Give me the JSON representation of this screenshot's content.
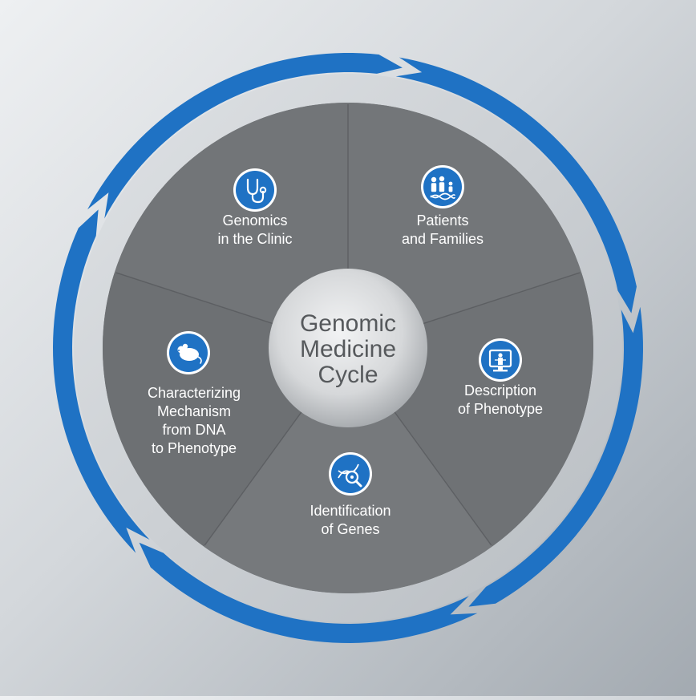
{
  "diagram": {
    "center": {
      "lines": [
        "Genomic",
        "Medicine",
        "Cycle"
      ]
    },
    "segments": [
      {
        "id": "clinic",
        "icon": "stethoscope-icon",
        "lines": [
          "Genomics",
          "in the Clinic"
        ]
      },
      {
        "id": "patients",
        "icon": "family-dna-icon",
        "lines": [
          "Patients",
          "and Families"
        ]
      },
      {
        "id": "phenotype",
        "icon": "xray-monitor-icon",
        "lines": [
          "Description",
          "of Phenotype"
        ]
      },
      {
        "id": "genes",
        "icon": "dna-magnifier-icon",
        "lines": [
          "Identification",
          "of Genes"
        ]
      },
      {
        "id": "mechanism",
        "icon": "mouse-icon",
        "lines": [
          "Characterizing",
          "Mechanism",
          "from DNA",
          "to Phenotype"
        ]
      }
    ],
    "colors": {
      "arrow": "#1f72c4",
      "segment": "#707375",
      "ring": "#c9cdd2",
      "center": "#dcdee0",
      "text": "#ffffff",
      "center_text": "#56595c"
    }
  }
}
